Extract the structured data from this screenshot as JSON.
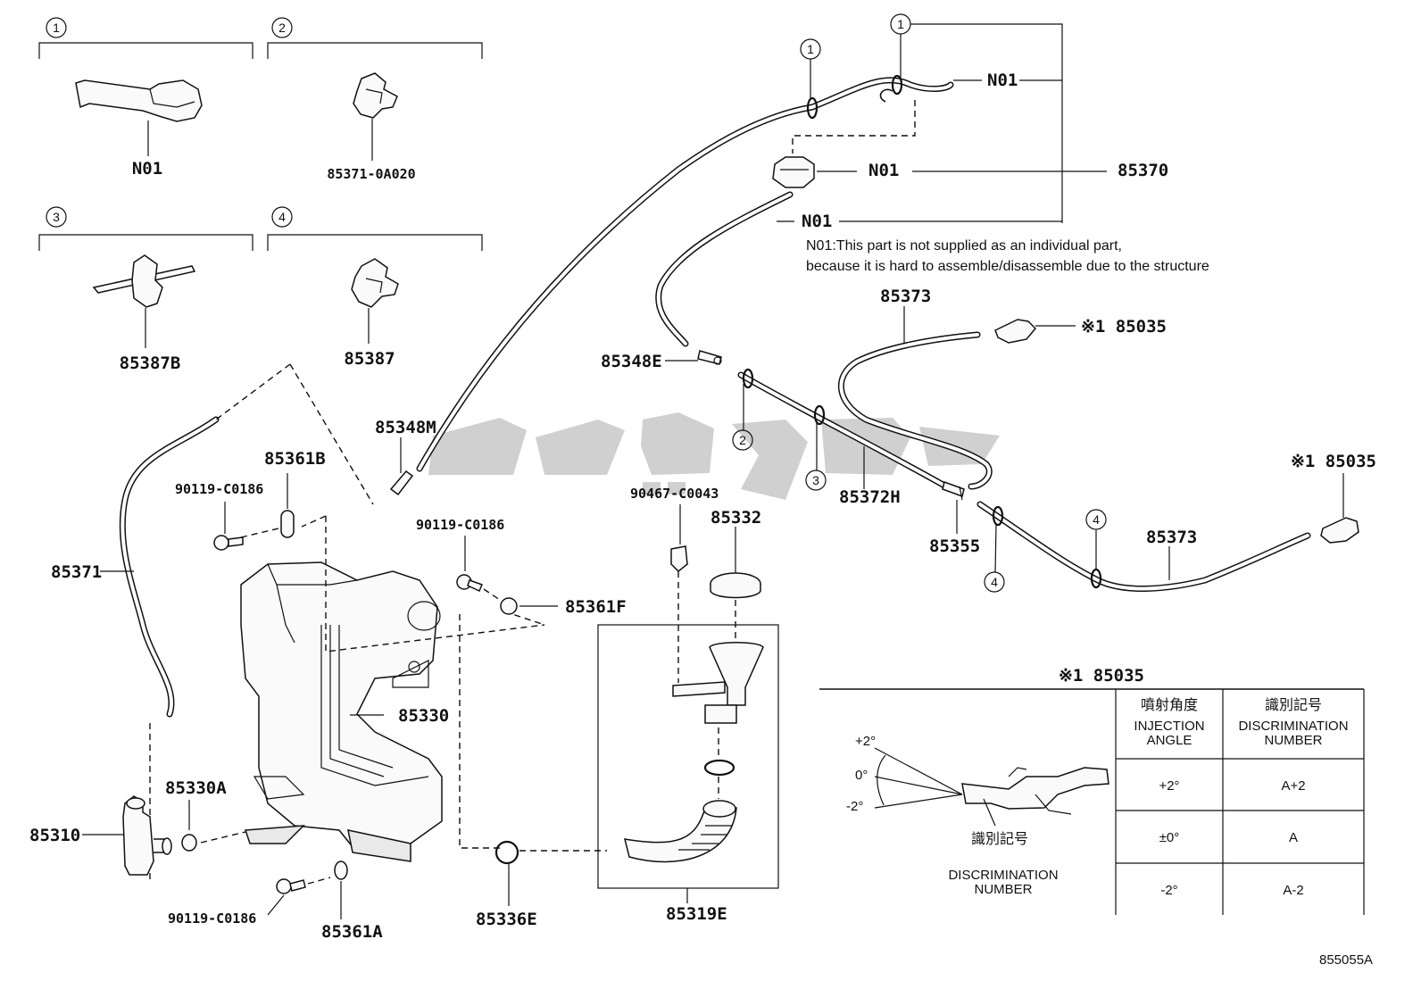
{
  "callouts": {
    "c1": "1",
    "c2": "2",
    "c3": "3",
    "c4": "4"
  },
  "parts": {
    "n01": "N01",
    "p85371_0A020": "85371-0A020",
    "p85387B": "85387B",
    "p85387": "85387",
    "p85370": "85370",
    "p85348E": "85348E",
    "p85348M": "85348M",
    "p85373": "85373",
    "p85035": "85035",
    "p85035_marked": "※1 85035",
    "p85372H": "85372H",
    "p85355": "85355",
    "p85361B": "85361B",
    "p90119_C0186": "90119-C0186",
    "p85371": "85371",
    "p85361F": "85361F",
    "p90467_C0043": "90467-C0043",
    "p85332": "85332",
    "p85330": "85330",
    "p85330A": "85330A",
    "p85310": "85310",
    "p85336E": "85336E",
    "p85319E": "85319E",
    "p85361A": "85361A"
  },
  "note": {
    "line1": "N01:This part is not supplied as an individual part,",
    "line2": "because it is hard to assemble/disassemble due to the structure"
  },
  "table": {
    "title": "※1 85035",
    "col1_jp": "噴射角度",
    "col1_en_1": "INJECTION",
    "col1_en_2": "ANGLE",
    "col2_jp": "識別記号",
    "col2_en_1": "DISCRIMINATION",
    "col2_en_2": "NUMBER",
    "rows": [
      {
        "angle": "+2°",
        "disc": "A+2"
      },
      {
        "angle": "±0°",
        "disc": "A"
      },
      {
        "angle": "-2°",
        "disc": "A-2"
      }
    ],
    "angle_labels": {
      "plus2": "+2°",
      "zero": "0°",
      "minus2": "-2°"
    },
    "disc_label_jp": "識別記号",
    "disc_label_en_1": "DISCRIMINATION",
    "disc_label_en_2": "NUMBER"
  },
  "figure_id": "855055A",
  "colors": {
    "ink": "#111111",
    "watermark": "#c8c8c8"
  }
}
